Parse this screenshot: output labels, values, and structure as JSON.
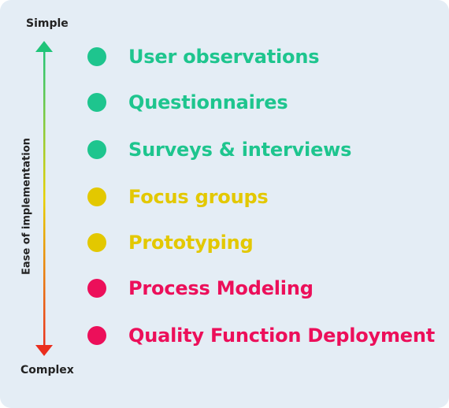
{
  "axis": {
    "top_label": "Simple",
    "bottom_label": "Complex",
    "title": "Ease of implementation",
    "colors": {
      "top": "#1fc479",
      "middle": "#e8d000",
      "bottom": "#ea2e1e"
    }
  },
  "items": [
    {
      "label": "User observations",
      "color": "#1ec58e"
    },
    {
      "label": "Questionnaires",
      "color": "#1ec58e"
    },
    {
      "label": "Surveys & interviews",
      "color": "#1ec58e"
    },
    {
      "label": "Focus groups",
      "color": "#e3c800"
    },
    {
      "label": "Prototyping",
      "color": "#e3c800"
    },
    {
      "label": "Process Modeling",
      "color": "#ec0f5a"
    },
    {
      "label": "Quality Function Deployment",
      "color": "#ec0f5a"
    }
  ]
}
